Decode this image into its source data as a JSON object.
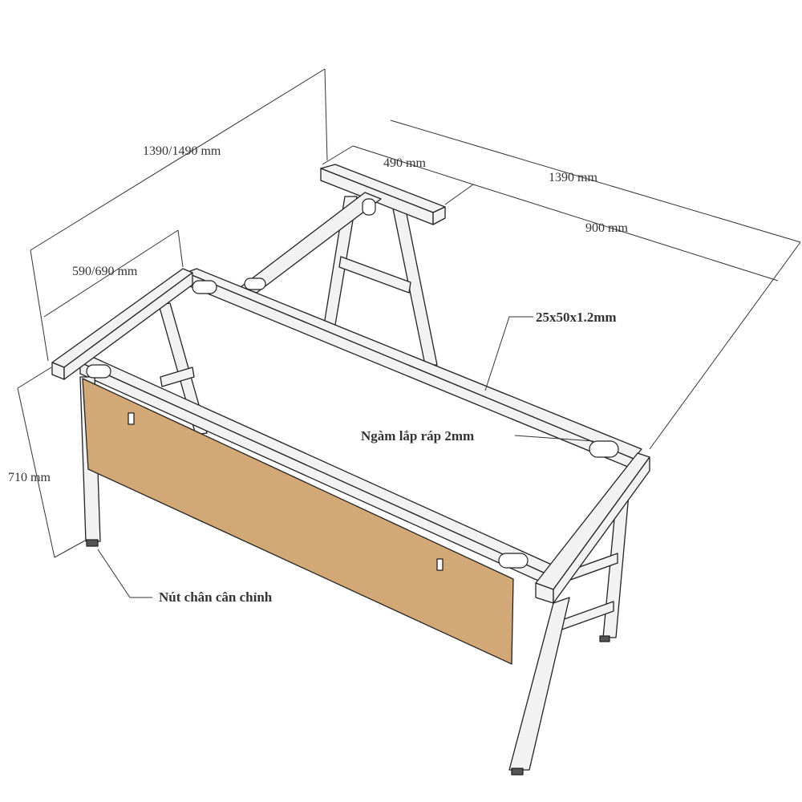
{
  "dimensions": {
    "overall_width": "1390/1490 mm",
    "return_depth": "490 mm",
    "return_length": "1390 mm",
    "return_inner": "900 mm",
    "desk_depth": "590/690 mm",
    "height": "710 mm"
  },
  "callouts": {
    "tube_size": "25x50x1.2mm",
    "joint": "Ngàm lắp ráp 2mm",
    "leveler": "Nút chân cân chỉnh"
  },
  "colors": {
    "frame": "#f2f2f2",
    "outline": "#222222",
    "wood": "#d2a877",
    "dim_line": "#333333"
  }
}
